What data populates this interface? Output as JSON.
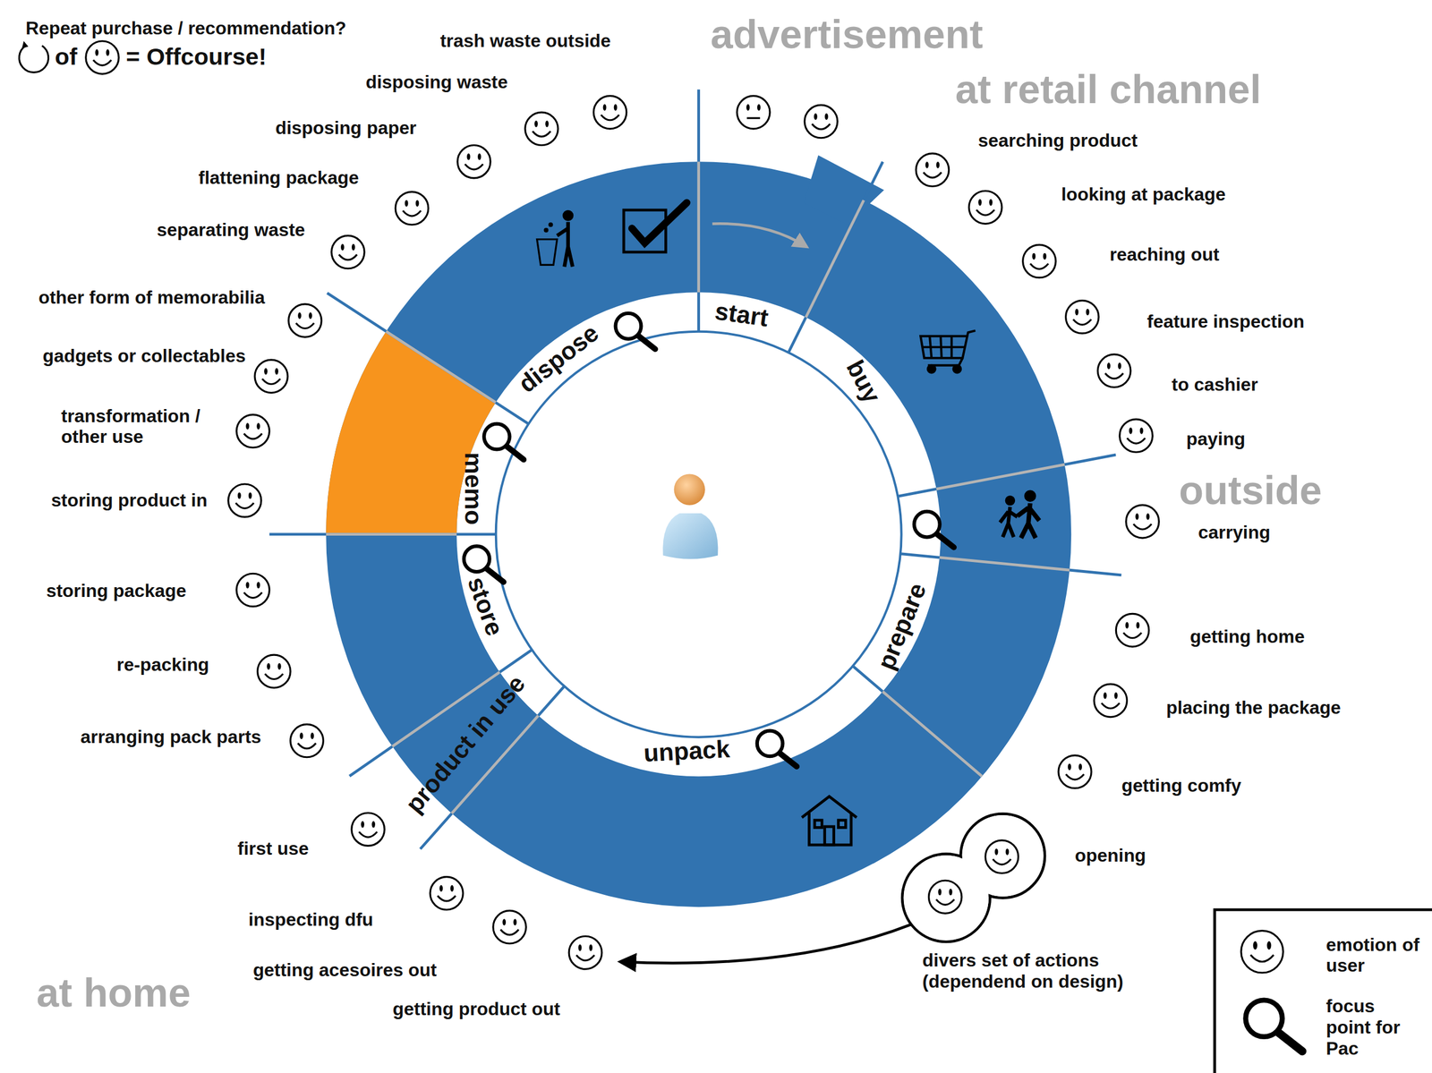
{
  "diagram": {
    "labels": [
      "Repeat purchase / recommendation?",
      "of",
      "= Offcourse!",
      "advertisement",
      "at retail channel",
      "outside",
      "at home",
      "start",
      "buy",
      "prepare",
      "unpack",
      "product in use",
      "store",
      "memo",
      "dispose",
      "trash waste outside",
      "disposing waste",
      "disposing paper",
      "flattening package",
      "separating waste",
      "other form of memorabilia",
      "gadgets or collectables",
      "transformation / other use",
      "storing product in",
      "storing package",
      "re-packing",
      "arranging pack parts",
      "first use",
      "inspecting dfu",
      "getting acesoires out",
      "getting product out",
      "searching product",
      "looking at package",
      "reaching out",
      "feature inspection",
      "to cashier",
      "paying",
      "carrying",
      "getting home",
      "placing the package",
      "getting comfy",
      "opening",
      "divers set of actions (dependend on design)"
    ],
    "legend": [
      {
        "text": "emotion of user"
      },
      {
        "text": "focus point for Pac"
      }
    ]
  }
}
